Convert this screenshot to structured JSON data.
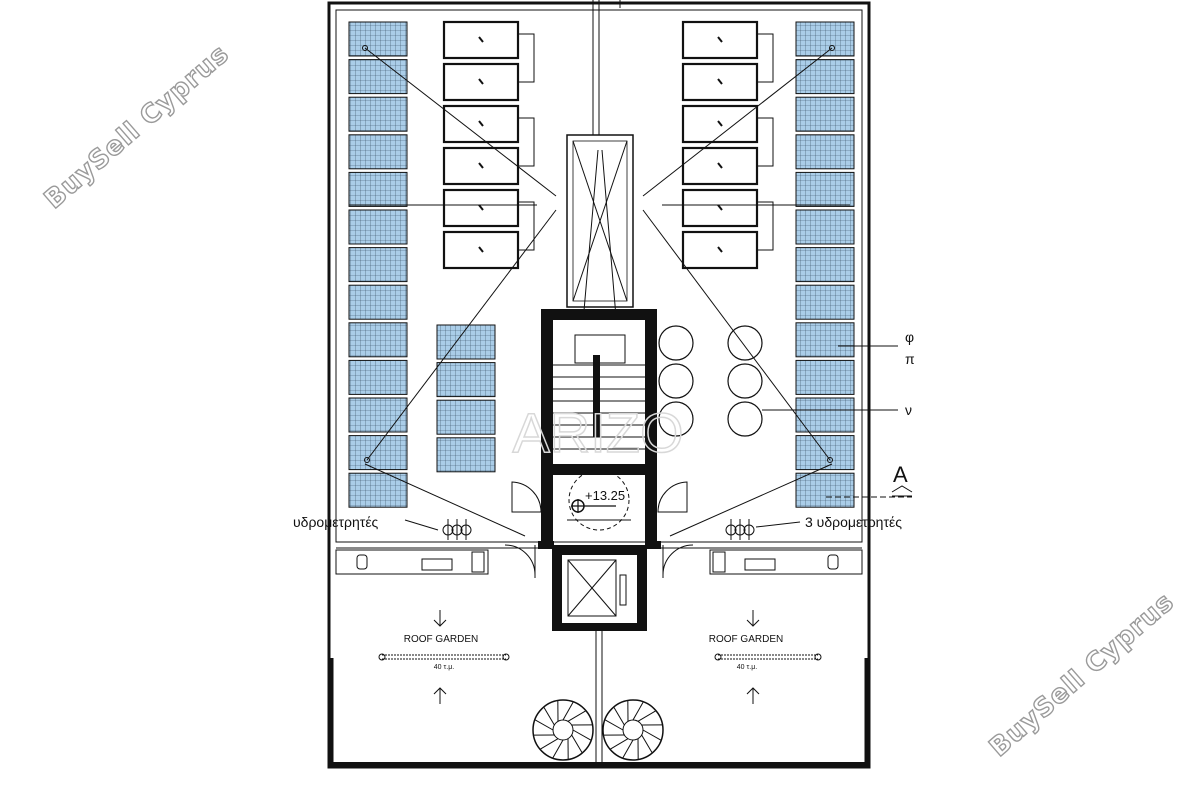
{
  "drawing": {
    "elevation": "+13.25",
    "meters_left": "υδρομετρητές",
    "meters_right": "3 υδρομετρητές",
    "section_marker": "A",
    "cut_letter_1": "φ",
    "cut_letter_2": "π",
    "cut_letter_3": "ν",
    "roof_garden_left": "ROOF GARDEN",
    "roof_garden_right": "ROOF GARDEN",
    "area_left": "40 τ.μ.",
    "area_right": "40 τ.μ."
  },
  "watermarks": {
    "brand_1": "BuySell Cyprus",
    "brand_2": "BuySell Cyprus",
    "center_mark": "ARIZO"
  }
}
